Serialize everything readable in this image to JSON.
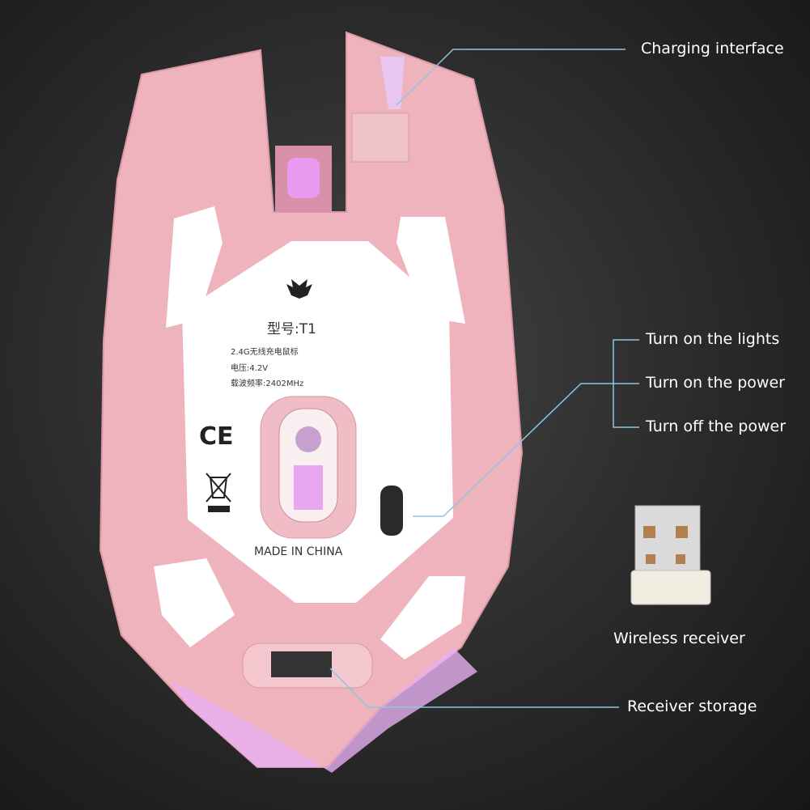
{
  "callouts": {
    "charging_interface": "Charging interface",
    "turn_on_lights": "Turn on the lights",
    "turn_on_power": "Turn on the power",
    "turn_off_power": "Turn off the power",
    "wireless_receiver": "Wireless receiver",
    "receiver_storage": "Receiver storage"
  },
  "label_plate": {
    "model": "型号:T1",
    "line1": "2.4G无线充电鼠标",
    "line2": "电压:4.2V",
    "line3": "载波频率:2402MHz",
    "origin": "MADE IN CHINA",
    "ce_mark": "CE"
  },
  "colors": {
    "body": "#f2bcc4",
    "callout_line": "#8cc6e6",
    "glow": "#e79af0"
  }
}
